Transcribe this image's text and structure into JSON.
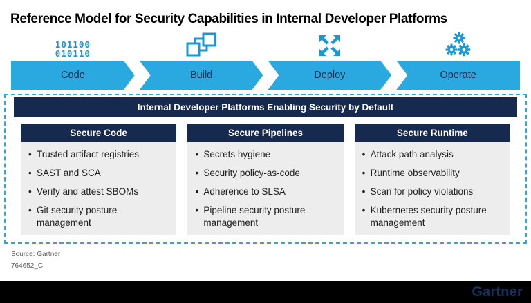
{
  "title": "Reference Model for Security Capabilities in Internal Developer Platforms",
  "pipeline": {
    "stages": [
      {
        "label": "Code",
        "icon": "binary-code-icon",
        "binary_lines": [
          "101100",
          "010110"
        ]
      },
      {
        "label": "Build",
        "icon": "stacked-windows-icon"
      },
      {
        "label": "Deploy",
        "icon": "expand-arrows-icon"
      },
      {
        "label": "Operate",
        "icon": "gears-icon"
      }
    ]
  },
  "banner": {
    "label": "Internal Developer Platforms Enabling Security by Default"
  },
  "columns": [
    {
      "header": "Secure Code",
      "items": [
        "Trusted artifact registries",
        "SAST and SCA",
        "Verify and attest SBOMs",
        "Git security posture management"
      ]
    },
    {
      "header": "Secure Pipelines",
      "items": [
        "Secrets hygiene",
        "Security policy-as-code",
        "Adherence to SLSA",
        "Pipeline security posture management"
      ]
    },
    {
      "header": "Secure Runtime",
      "items": [
        "Attack path analysis",
        "Runtime observability",
        "Scan for policy violations",
        "Kubernetes security posture management"
      ]
    }
  ],
  "footnote": {
    "source": "Source: Gartner",
    "id": "764652_C"
  },
  "footer": {
    "logo": "Gartner"
  },
  "colors": {
    "accent_blue": "#29A9E0",
    "icon_blue": "#1899D6",
    "navy": "#16294E",
    "panel_gray": "#EDEDEE",
    "dashed_border_blue": "#29A9E0",
    "arrow_label_navy": "#14294E",
    "footer_bg": "#000000",
    "logo_blue": "#16305F",
    "source_text_gray": "#606060"
  }
}
